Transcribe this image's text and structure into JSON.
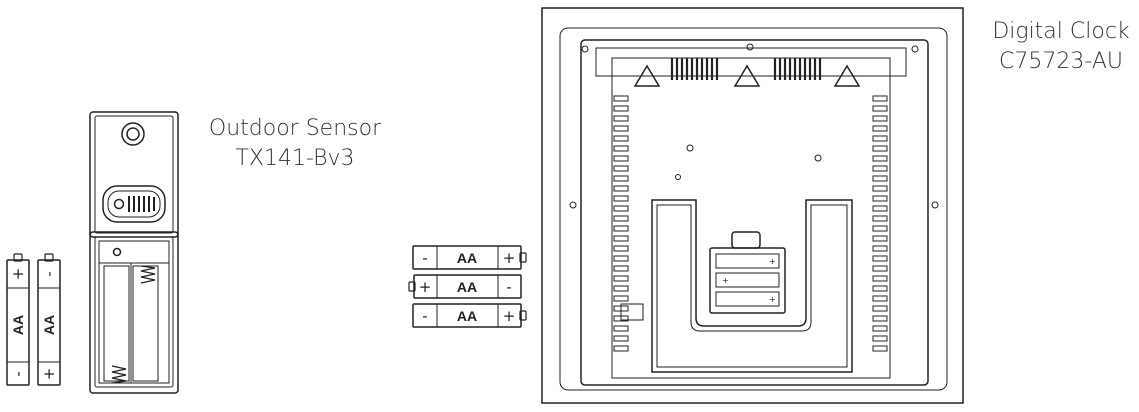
{
  "sensor": {
    "caption_line1": "Outdoor Sensor",
    "caption_line2": "TX141-Bv3",
    "batteries": [
      {
        "label": "AA",
        "top_sign": "+",
        "bottom_sign": "-"
      },
      {
        "label": "AA",
        "top_sign": "-",
        "bottom_sign": "+"
      }
    ]
  },
  "clock": {
    "caption_line1": "Digital Clock",
    "caption_line2": "C75723-AU",
    "batteries": [
      {
        "label": "AA",
        "left_sign": "-",
        "right_sign": "+"
      },
      {
        "label": "AA",
        "left_sign": "+",
        "right_sign": "-"
      },
      {
        "label": "AA",
        "left_sign": "-",
        "right_sign": "+"
      }
    ]
  },
  "colors": {
    "line": "#222222",
    "caption": "#333333",
    "background": "#ffffff"
  }
}
